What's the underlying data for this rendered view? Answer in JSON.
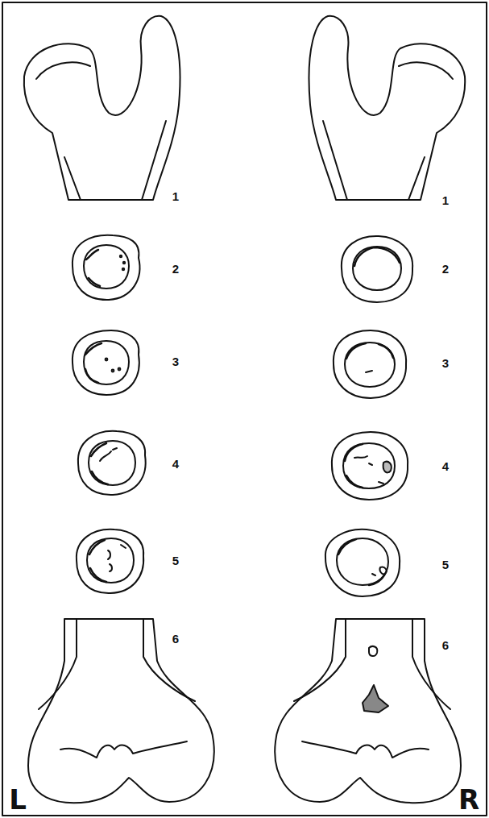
{
  "diagram": {
    "labels": [
      "1",
      "2",
      "3",
      "4",
      "5",
      "6",
      "1",
      "2",
      "3",
      "4",
      "5",
      "6",
      "L",
      "R"
    ]
  }
}
